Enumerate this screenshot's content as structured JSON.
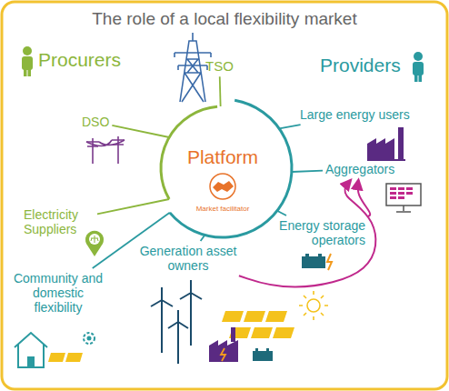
{
  "diagram": {
    "title": "The role of a local flexibility market",
    "nodes": [
      {
        "text": [
          "TSO"
        ]
      },
      {
        "text": [
          "DSO"
        ]
      },
      {
        "text": [
          "Electricity Suppliers"
        ]
      },
      {
        "text": [
          "Platform",
          "Market facilitator"
        ]
      },
      {
        "text": [
          "Large energy users"
        ]
      },
      {
        "text": [
          "Aggregators"
        ]
      },
      {
        "text": [
          "Energy storage operators"
        ]
      },
      {
        "text": [
          "Community and domestic flexibility"
        ]
      },
      {
        "text": [
          "Generation asset owners"
        ]
      }
    ],
    "edges": [
      {
        "from": 0,
        "to": 3,
        "arrow": "none"
      },
      {
        "from": 1,
        "to": 3,
        "arrow": "none"
      },
      {
        "from": 2,
        "to": 3,
        "arrow": "none"
      },
      {
        "from": 4,
        "to": 3,
        "arrow": "none"
      },
      {
        "from": 5,
        "to": 3,
        "arrow": "none"
      },
      {
        "from": 6,
        "to": 3,
        "arrow": "none"
      },
      {
        "from": 8,
        "to": 3,
        "arrow": "none"
      },
      {
        "from": 7,
        "to": 3,
        "arrow": "none"
      },
      {
        "from": 6,
        "to": 5,
        "arrow": "to"
      },
      {
        "from": 8,
        "to": 5,
        "arrow": "to"
      }
    ],
    "labels": [
      "Procurers",
      "Providers"
    ]
  }
}
